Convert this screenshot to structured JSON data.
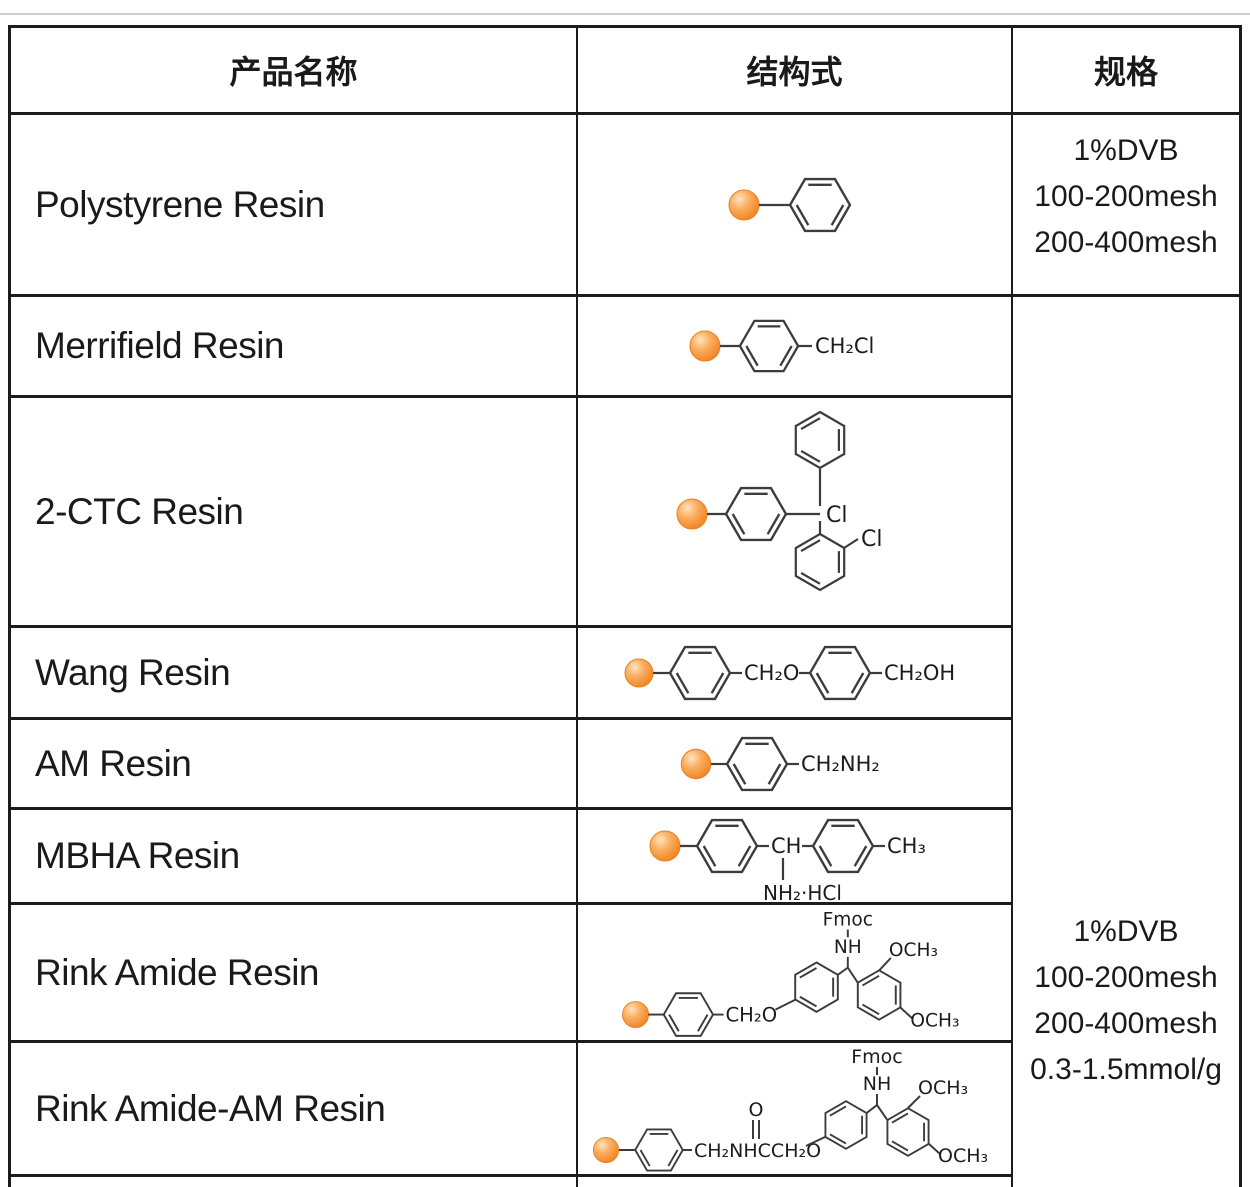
{
  "header": {
    "product": "产品名称",
    "structure": "结构式",
    "spec": "规格"
  },
  "products": [
    {
      "name": "Polystyrene Resin"
    },
    {
      "name": "Merrifield Resin"
    },
    {
      "name": "2-CTC Resin"
    },
    {
      "name": "Wang Resin"
    },
    {
      "name": "AM Resin"
    },
    {
      "name": "MBHA Resin"
    },
    {
      "name": "Rink Amide Resin"
    },
    {
      "name": "Rink Amide-AM Resin"
    }
  ],
  "spec_top": {
    "line1": "1%DVB",
    "line2": "100-200mesh",
    "line3": "200-400mesh"
  },
  "spec_merged": {
    "line1": "1%DVB",
    "line2": "100-200mesh",
    "line3": "200-400mesh",
    "line4": "0.3-1.5mmol/g"
  },
  "chem": {
    "merrifield": {
      "chain": "CH₂Cl"
    },
    "ctc": {
      "cl_center": "Cl",
      "cl_ring": "Cl"
    },
    "wang": {
      "link": "CH₂O",
      "end": "CH₂OH"
    },
    "am": {
      "chain": "CH₂NH₂"
    },
    "mbha": {
      "ch": "CH",
      "amine": "NH₂·HCl",
      "methyl": "CH₃"
    },
    "rink_amide": {
      "fmoc": "Fmoc",
      "nh": "NH",
      "chain": "CH₂O",
      "och3_top": "OCH₃",
      "och3_bottom": "OCH₃"
    },
    "rink_amide_am": {
      "fmoc": "Fmoc",
      "nh": "NH",
      "chain": "CH₂NHCCH₂O",
      "carbonyl_o": "O",
      "och3_top": "OCH₃",
      "och3_bottom": "OCH₃"
    }
  },
  "colors": {
    "bead_core": "#ef7d1a",
    "bead_highlight": "#ffe3c0",
    "border": "#1c1c1c",
    "bond": "#3c3c3c"
  }
}
